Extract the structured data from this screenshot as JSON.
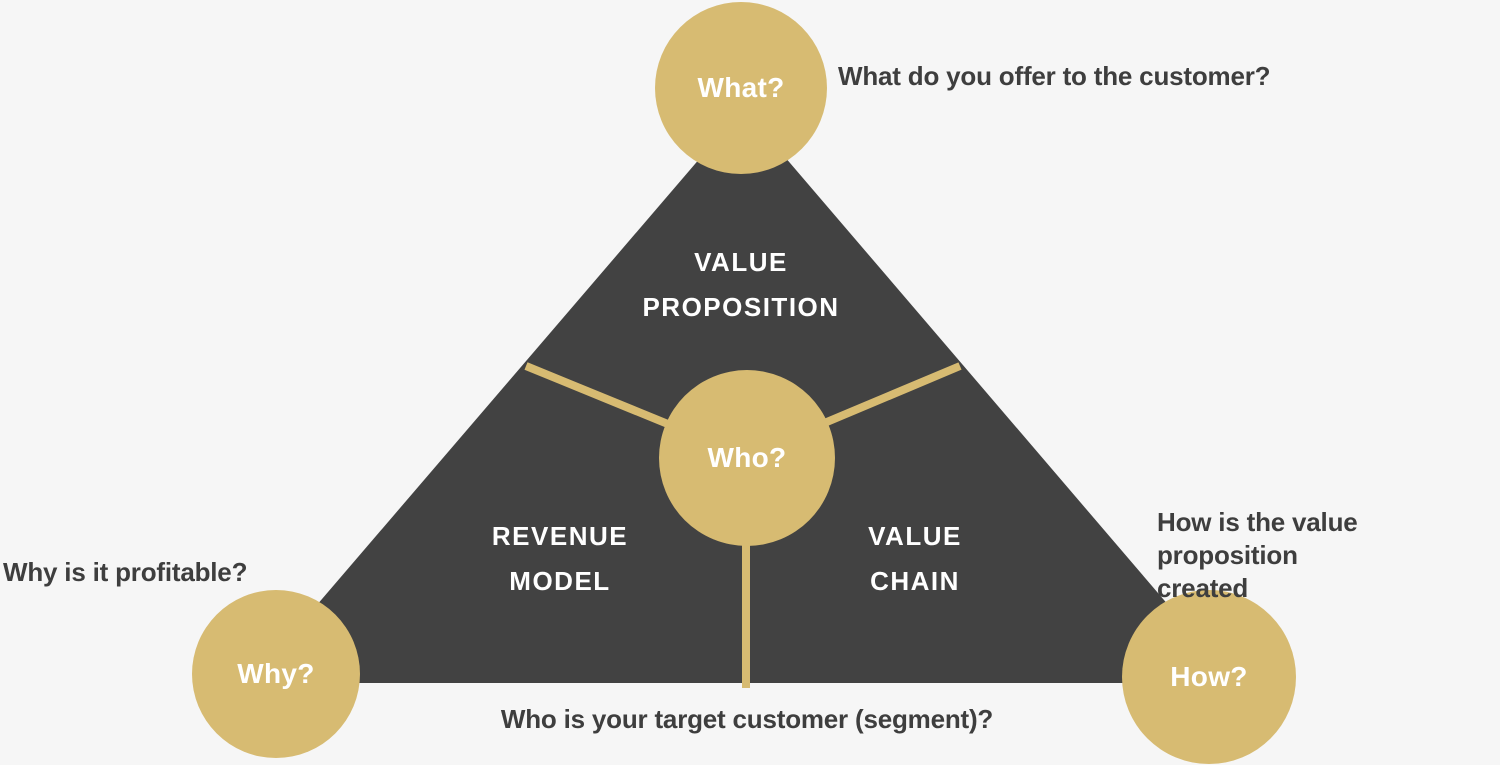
{
  "colors": {
    "background": "#f6f6f6",
    "triangle": "#424242",
    "gold": "#d7bb72",
    "dark_text": "#3e3e3e",
    "light_text": "#ffffff"
  },
  "sections": {
    "value_proposition": {
      "lines": [
        "VALUE",
        "PROPOSITION"
      ]
    },
    "revenue_model": {
      "lines": [
        "REVENUE",
        "MODEL"
      ]
    },
    "value_chain": {
      "lines": [
        "VALUE",
        "CHAIN"
      ]
    }
  },
  "nodes": {
    "what": {
      "label": "What?",
      "annotation": "What do you offer to the customer?"
    },
    "who": {
      "label": "Who?",
      "annotation": "Who is your target customer (segment)?"
    },
    "why": {
      "label": "Why?",
      "annotation": "Why is it profitable?"
    },
    "how": {
      "label": "How?",
      "annotation": [
        "How is the value proposition",
        "created"
      ]
    }
  }
}
